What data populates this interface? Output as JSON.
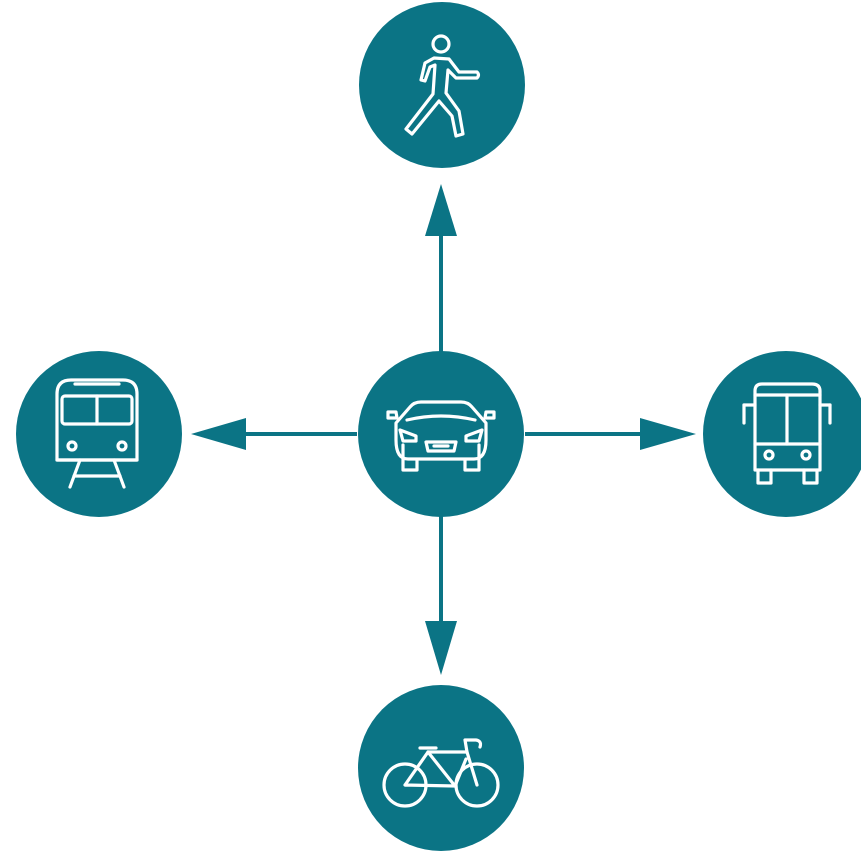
{
  "colors": {
    "node_fill": "#0b7485",
    "connector": "#0b7485",
    "icon_stroke": "#ffffff",
    "background": "#ffffff"
  },
  "center": {
    "mode": "car",
    "icon": "car-icon"
  },
  "nodes": [
    {
      "mode": "walking",
      "icon": "pedestrian-icon",
      "direction": "up"
    },
    {
      "mode": "bus",
      "icon": "bus-icon",
      "direction": "right"
    },
    {
      "mode": "bicycle",
      "icon": "bicycle-icon",
      "direction": "down"
    },
    {
      "mode": "train",
      "icon": "train-icon",
      "direction": "left"
    }
  ]
}
